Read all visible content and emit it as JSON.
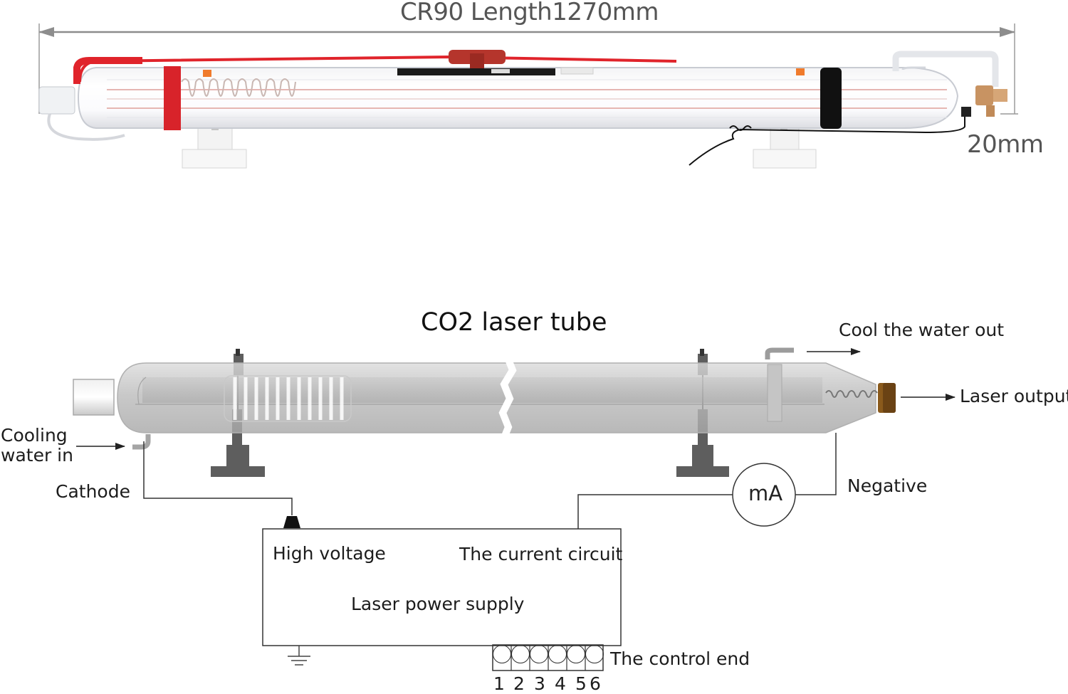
{
  "top_photo": {
    "length_label": "CR90 Length1270mm",
    "end_label": "20mm"
  },
  "diagram": {
    "title": "CO2 laser tube",
    "labels": {
      "cool_water_out": "Cool the water out",
      "laser_output": "Laser output",
      "cooling_water_in_line1": "Cooling",
      "cooling_water_in_line2": "water in",
      "cathode": "Cathode",
      "negative": "Negative",
      "meter": "mA"
    },
    "power_supply": {
      "high_voltage": "High voltage",
      "current_circuit": "The current circuit",
      "name": "Laser power supply",
      "control_end": "The control end",
      "terminals": [
        "1",
        "2",
        "3",
        "4",
        "5",
        "6"
      ]
    }
  },
  "colors": {
    "red_sleeve": "#d8232a",
    "black_sleeve": "#111111",
    "tube_gray": "#b9b9b9",
    "stand_gray": "#5e5e5e",
    "output_lens": "#8a5a1c"
  }
}
